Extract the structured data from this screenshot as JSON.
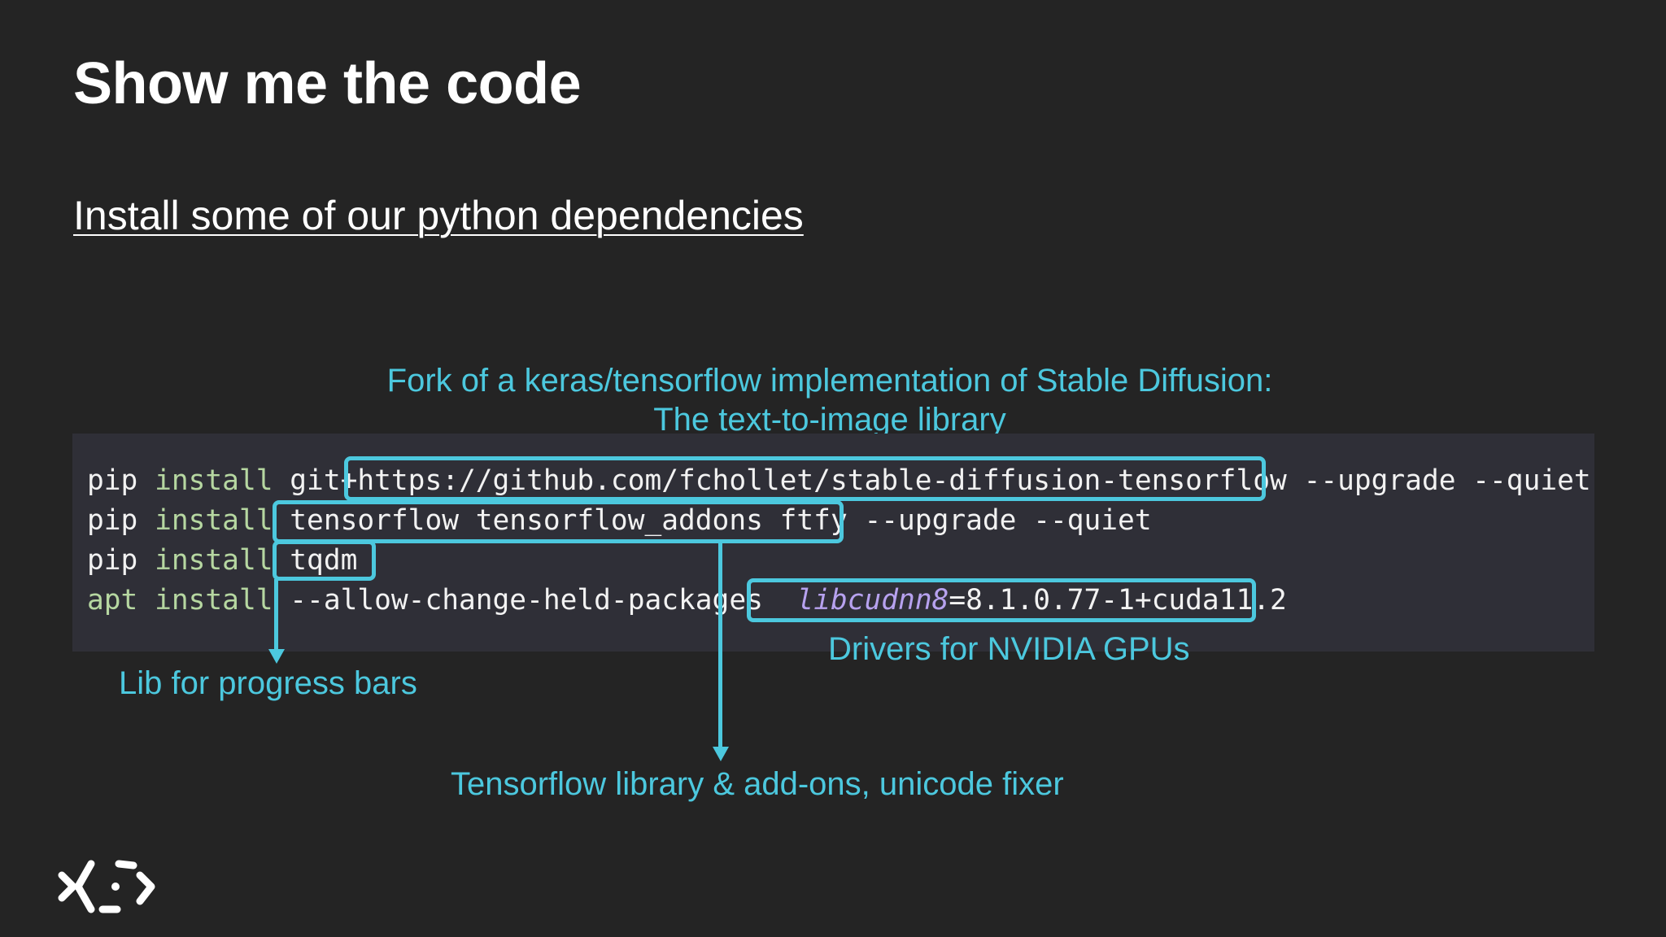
{
  "slide": {
    "title": "Show me the code",
    "subtitle": "Install some of our python dependencies"
  },
  "annotations": {
    "fork_line1": "Fork of a keras/tensorflow implementation of Stable Diffusion:",
    "fork_line2": "The text-to-image library",
    "drivers": "Drivers for NVIDIA GPUs",
    "progress": "Lib for progress bars",
    "tensorflow": "Tensorflow library & add-ons, unicode fixer"
  },
  "code": {
    "line1": {
      "cmd": "pip",
      "kw": "install",
      "prefix": "git+",
      "url": "https://github.com/fchollet/stable-diffusion-tensorflow",
      "flags": "--upgrade --quiet"
    },
    "line2": {
      "cmd": "pip",
      "kw": "install",
      "packages": "tensorflow tensorflow_addons ftfy",
      "flags": "--upgrade --quiet"
    },
    "line3": {
      "cmd": "pip",
      "kw": "install",
      "packages": "tqdm"
    },
    "line4": {
      "cmd": "apt",
      "kw": "install",
      "flags": "--allow-change-held-packages",
      "lib": "libcudnn8",
      "version": "=8.1.0.77-1+cuda11.2"
    }
  },
  "colors": {
    "background": "#242424",
    "code_background": "#2f2f37",
    "accent": "#4cc8de",
    "keyword": "#b6d7a1",
    "library": "#b7a2ef"
  },
  "logo": {
    "icon": "brand-logo-icon"
  }
}
